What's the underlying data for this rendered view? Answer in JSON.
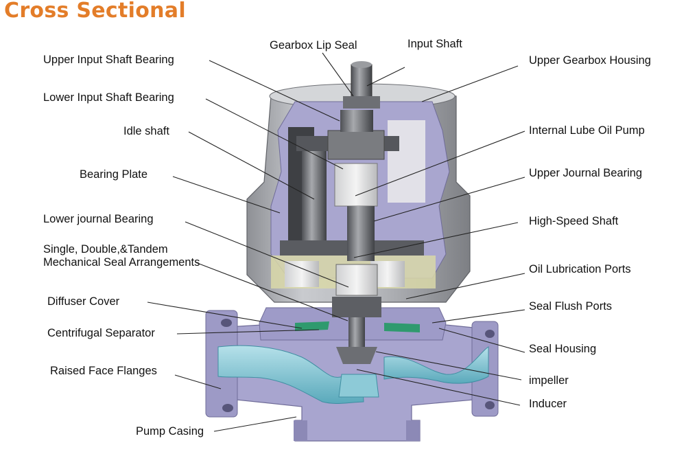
{
  "title": "Cross Sectional",
  "colors": {
    "title": "#e37d29",
    "housing_gray": "#b9bbbf",
    "cut_face": "#a9a6cf",
    "water": "#7fc4d2",
    "oil_zone": "#d9d8a8",
    "seal_green": "#2f9a6e",
    "leader_line": "#222222"
  },
  "labels": {
    "gearbox_lip_seal": "Gearbox Lip Seal",
    "input_shaft": "Input Shaft",
    "upper_input_shaft_bearing": "Upper Input Shaft Bearing",
    "upper_gearbox_housing": "Upper Gearbox Housing",
    "lower_input_shaft_bearing": "Lower Input Shaft Bearing",
    "idle_shaft": "Idle shaft",
    "internal_lube_oil_pump": "Internal Lube Oil Pump",
    "bearing_plate": "Bearing Plate",
    "upper_journal_bearing": "Upper Journal  Bearing",
    "lower_journal_bearing": "Lower  journal Bearing",
    "high_speed_shaft": "High-Speed Shaft",
    "mechanical_seal": "Single, Double,&Tandem Mechanical Seal Arrangements",
    "oil_lubrication_ports": "Oil Lubrication Ports",
    "diffuser_cover": "Diffuser Cover",
    "seal_flush_ports": "Seal Flush Ports",
    "centrifugal_separator": "Centrifugal Separator",
    "seal_housing": "Seal Housing",
    "raised_face_flanges": "Raised Face Flanges",
    "impeller": "impeller",
    "inducer": "Inducer",
    "pump_casing": "Pump Casing"
  }
}
